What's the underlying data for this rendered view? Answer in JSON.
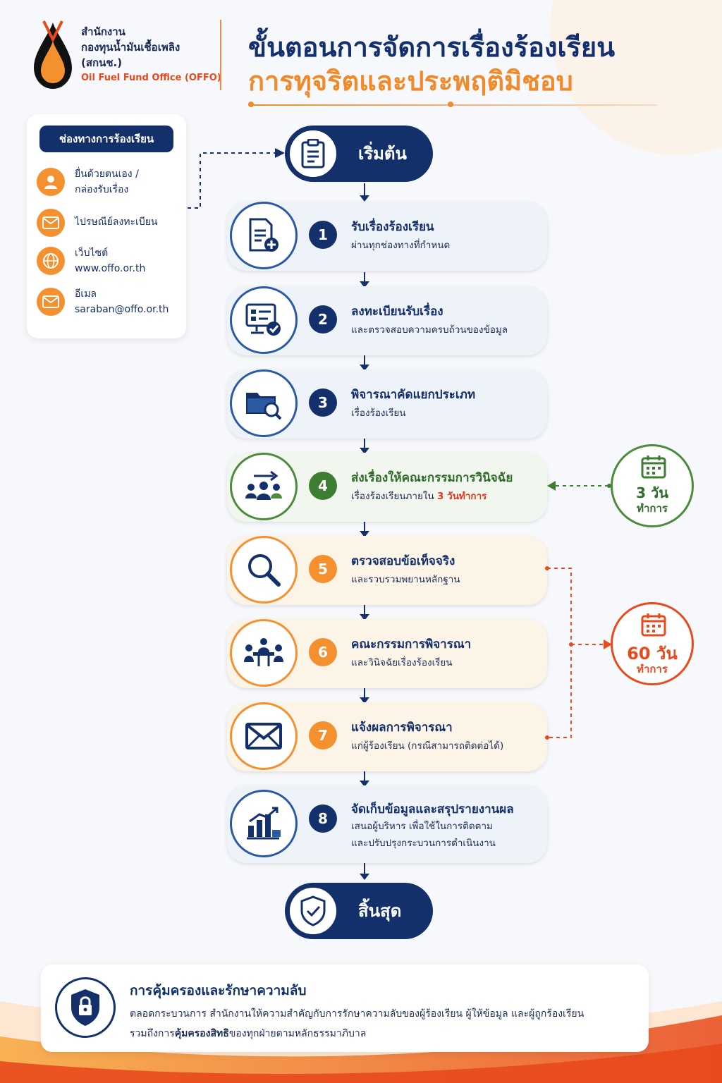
{
  "colors": {
    "navy": "#13306b",
    "orange": "#f5902f",
    "green": "#3e7e33",
    "red": "#e8321c"
  },
  "header": {
    "org_line1": "สำนักงาน",
    "org_line2": "กองทุนน้ำมันเชื้อเพลิง",
    "org_line3": "(สกนช.)",
    "org_en": "Oil Fuel Fund Office (OFFO)",
    "title_line1": "ขั้นตอนการจัดการเรื่องร้องเรียน",
    "title_line2": "การทุจริตและประพฤติมิชอบ"
  },
  "channels": {
    "title": "ช่องทางการร้องเรียน",
    "items": [
      {
        "icon": "person-icon",
        "line1": "ยื่นด้วยตนเอง /",
        "line2": "กล่องรับเรื่อง"
      },
      {
        "icon": "mail-icon",
        "line1": "ไปรษณีย์ลงทะเบียน",
        "line2": ""
      },
      {
        "icon": "globe-icon",
        "line1": "เว็บไซต์",
        "line2": "www.offo.or.th"
      },
      {
        "icon": "email-icon",
        "line1": "อีเมล",
        "line2": "saraban@offo.or.th"
      }
    ]
  },
  "start": {
    "label": "เริ่มต้น",
    "icon": "clipboard-icon"
  },
  "end": {
    "label": "สิ้นสุด",
    "icon": "shield-check-icon"
  },
  "steps": [
    {
      "num": "1",
      "title": "รับเรื่องร้องเรียน",
      "desc1": "ผ่านทุกช่องทางที่กำหนด",
      "desc2": "",
      "icon": "document-add-icon"
    },
    {
      "num": "2",
      "title": "ลงทะเบียนรับเรื่อง",
      "desc1": "และตรวจสอบความครบถ้วนของข้อมูล",
      "desc2": "",
      "icon": "register-check-icon"
    },
    {
      "num": "3",
      "title": "พิจารณาคัดแยกประเภท",
      "desc1": "เรื่องร้องเรียน",
      "desc2": "",
      "icon": "folder-search-icon"
    },
    {
      "num": "4",
      "title": "ส่งเรื่องให้คณะกรรมการวินิจฉัย",
      "desc1": "เรื่องร้องเรียนภายใน",
      "desc_highlight": "3 วันทำการ",
      "desc2": "",
      "icon": "committee-icon"
    },
    {
      "num": "5",
      "title": "ตรวจสอบข้อเท็จจริง",
      "desc1": "และรวบรวมพยานหลักฐาน",
      "desc2": "",
      "icon": "magnifier-icon"
    },
    {
      "num": "6",
      "title": "คณะกรรมการพิจารณา",
      "desc1": "และวินิจฉัยเรื่องร้องเรียน",
      "desc2": "",
      "icon": "meeting-icon"
    },
    {
      "num": "7",
      "title": "แจ้งผลการพิจารณา",
      "desc1": "แก่ผู้ร้องเรียน (กรณีสามารถติดต่อได้)",
      "desc2": "",
      "icon": "envelope-icon"
    },
    {
      "num": "8",
      "title": "จัดเก็บข้อมูลและสรุปรายงานผล",
      "desc1": "เสนอผู้บริหาร เพื่อใช้ในการติดตาม",
      "desc2": "และปรับปรุงกระบวนการดำเนินงาน",
      "icon": "report-chart-icon"
    }
  ],
  "badges": [
    {
      "num": "3 วัน",
      "sub": "ทำการ",
      "icon": "calendar-icon"
    },
    {
      "num": "60 วัน",
      "sub": "ทำการ",
      "icon": "calendar-icon"
    }
  ],
  "note": {
    "title": "การคุ้มครองและรักษาความลับ",
    "line1": "ตลอดกระบวนการ สำนักงานให้ความสำคัญกับการรักษาความลับของผู้ร้องเรียน ผู้ให้ข้อมูล และผู้ถูกร้องเรียน",
    "line2_pre": "รวมถึงการ",
    "line2_bold": "คุ้มครองสิทธิ",
    "line2_post": "ของทุกฝ่ายตามหลักธรรมาภิบาล",
    "icon": "lock-shield-icon"
  }
}
